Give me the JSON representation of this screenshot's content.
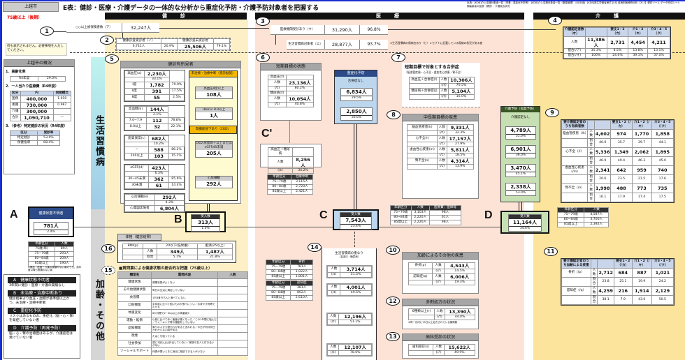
{
  "header": {
    "city": "上越市",
    "title": "E表：健診・医療・介護データの一体的な分析から重症化予防・介護予防対象者を把握する",
    "age_group": "75歳以上（後期）",
    "source_1": "出典：[KDB]介入支援対象者一覧（栄養・重症化予防等） [KDB]介入支援対象者一覧（服薬管理） [KDB]後期高齢者の医療（健診）・介護突合状況",
    "source_2": "[KDB]厚生労働省様式 [Ⅰ-8] 疾病別医療費分析 【H-2】健診ツール データ作成シート"
  },
  "columns": {
    "kenshin": "健　診",
    "iryo": "医　療",
    "kaigo": "介　護",
    "lifestyle": "生活習慣病",
    "aging": "加齢・その他"
  },
  "colors": {
    "kenshin_bg": "#fdf0c6",
    "iryo_bg": "#fde3d6",
    "kaigo_bg": "#fde49c",
    "blue_box": "#bcd6ee",
    "green_box": "#c6e0b4",
    "navy": "#2b4a87",
    "orange": "#f5b800"
  },
  "note": "何も表示されません。必要事項を入力してください。",
  "s1": {
    "num": "1",
    "label": "○○以上被保険者数（ア）",
    "value": "32,247人"
  },
  "s2": {
    "num": "2",
    "rows": [
      [
        "健康診査受診者（イ）",
        "",
        "健康診査未受診者",
        ""
      ],
      [
        "6,741人",
        "20.9%",
        "25,506人",
        "79.1%"
      ]
    ]
  },
  "s3": {
    "num": "3",
    "label": "医療機関受診あり（ウ）",
    "value": "31,290人",
    "pct": "96.8%",
    "sub_label": "生活習慣病対象者（エ）",
    "sub_value": "28,877人",
    "sub_pct": "93.7%",
    "note": "※生活習慣病の傷病名あり（ヒ）レセプトに記載している傷病の状況がある者"
  },
  "s4": {
    "num": "4",
    "table": {
      "header": [
        "介護認定者数（オ）",
        "",
        "要支1・2（カ）",
        "介1・2（キ）",
        "介3・4・5（ク）"
      ],
      "rows": [
        [
          "人数",
          "11,386人",
          "2,731",
          "4,454",
          "4,211"
        ],
        [
          "割合(/ア)",
          "35.3%",
          "8.5%",
          "13.8%",
          "13.1%"
        ],
        [
          "割合(/オ)",
          "100%",
          "24.0%",
          "39.1%",
          "37.0%"
        ]
      ]
    }
  },
  "overview": {
    "title": "上越市の概況",
    "h1": "1．高齢化率",
    "t1": {
      "rows": [
        [
          "R4年度",
          "29.0%"
        ]
      ]
    },
    "h2": "2．一人当たり医療費（R4年度）",
    "t2": {
      "header": [
        "区分",
        "円",
        "同規模比"
      ],
      "rows": [
        [
          "国保",
          "400,000",
          "1.010"
        ],
        [
          "後期",
          "730,000",
          "0.987"
        ],
        [
          "介護",
          "300,000",
          ""
        ],
        [
          "合計",
          "1,090,710",
          "—"
        ]
      ]
    },
    "h3": "3．（参考）特定健診の状況（R4年度）",
    "t3": {
      "header": [
        "区分",
        "受診率"
      ],
      "rows": [
        [
          "特定健診",
          "53.0%"
        ],
        [
          "保健指導",
          "68.4%"
        ]
      ]
    }
  },
  "s5": {
    "num": "5",
    "title": "健診有所見者",
    "items": [
      {
        "rows": [
          [
            "高血圧(a)",
            "2,230人"
          ],
          [
            "",
            "33.1%"
          ],
          [
            "Ⅰ度",
            "1,782",
            "79.9%"
          ],
          [
            "Ⅱ度",
            "391",
            "17.5%"
          ],
          [
            "Ⅲ度",
            "55",
            "2.5%"
          ]
        ]
      },
      {
        "rows": [
          [
            "高血糖(b)",
            "144人"
          ],
          [
            "",
            "2.1%"
          ],
          [
            "7.0~7.9",
            "112",
            "78.8%"
          ],
          [
            "8.0以上",
            "32",
            "22.1%"
          ]
        ]
      },
      {
        "rows": [
          [
            "脂質異常(c)",
            "682人"
          ],
          [
            "",
            "10.2%"
          ],
          [
            "~",
            "588",
            "86.2%"
          ],
          [
            "240以上",
            "103",
            "15.1%"
          ]
        ]
      },
      {
        "rows": [
          [
            "eGFR(d)",
            "423人"
          ],
          [
            "",
            "6.3%"
          ],
          [
            "30~45未満",
            "362",
            "85.6%"
          ],
          [
            "30未満",
            "61",
            "14.4%"
          ]
        ]
      },
      {
        "rows": [
          [
            "心房細動(e)",
            "292人"
          ],
          [
            "",
            "4.3%"
          ],
          [
            "心電図実施者",
            "6,804人"
          ]
        ]
      }
    ],
    "right_title_1": "未治療・治療中断（受診勧奨）",
    "r1_label": "高血圧Ⅱ度以上",
    "r1_value": "108人",
    "r2_label": "HbA1c 8.0以上",
    "r2_value": "1人",
    "right_title_2": "腎機能低下あり（CKD）",
    "r3_label": "CKD 尿蛋白＋以上またはeGFR45未満",
    "r3_value": "205人",
    "r4_label": "心房細動",
    "r4_value": "292人"
  },
  "s6": {
    "num": "6",
    "title": "短期目標の状態",
    "rows": [
      [
        "高血圧(ｵ)",
        ""
      ],
      [
        "人数",
        "23,136人"
      ],
      [
        "(/ｴ)",
        "80.2%"
      ],
      [
        "糖尿病(ｶ)",
        ""
      ],
      [
        "人数",
        "10,054人"
      ],
      [
        "(/ｴ)",
        "40.8%"
      ]
    ]
  },
  "cprime": {
    "label": "C'",
    "rows": [
      [
        "高血圧＋糖尿病",
        ""
      ],
      [
        "人数",
        "8,256人"
      ],
      [
        "(/ｴ)",
        "34.2%"
      ]
    ],
    "mini": {
      "header": [
        "年齢区分",
        "治療中断"
      ],
      "rows": [
        [
          "75~79歳",
          "3,115人"
        ],
        [
          "80~84歳",
          "2,720人"
        ],
        [
          "85歳以上",
          "2,421人"
        ]
      ]
    }
  },
  "blue": {
    "title": "重症化予防",
    "sub": "合併症なし",
    "v1": "6,834人",
    "p1": "29.5%",
    "v2": "2,850人",
    "p2": "36.6%"
  },
  "s7": {
    "num": "7",
    "title": "短期目標で対象とする合併症",
    "subtitle": "（脳血管疾患・心不全・虚血性心疾患・腎不全）",
    "rows": [
      [
        "高血圧＋合併症(I)",
        "人数",
        "10,306人"
      ],
      [
        "",
        "(/ｵ)",
        "70.5%"
      ],
      [
        "糖尿病＋合併症(J)",
        "人数",
        "5,104人"
      ],
      [
        "",
        "(/ｶ)",
        "16.0%"
      ]
    ]
  },
  "s8": {
    "num": "8",
    "title": "中長期目標の疾患",
    "rows": [
      [
        "脳血管疾患(k)",
        "人数",
        "9,331人"
      ],
      [
        "",
        "(/ｴ)",
        "32.3%"
      ],
      [
        "心不全(l)",
        "人数",
        "17,157人"
      ],
      [
        "",
        "(/ｴ)",
        "27.9%"
      ],
      [
        "虚血性心疾患(m)",
        "人数",
        "5,811人"
      ],
      [
        "",
        "(/ｴ)",
        "18.5%"
      ],
      [
        "腎不全(n)",
        "人数",
        "4,314人"
      ],
      [
        "",
        "(/ｴ)",
        "13.9%"
      ]
    ]
  },
  "green": {
    "title": "介護予防（再発予防）",
    "sub": "介護認定なし",
    "vals": [
      [
        "4,789人",
        "51.0%"
      ],
      [
        "6,901人",
        "36.0%"
      ],
      [
        "3,470人",
        "45.1%"
      ],
      [
        "2,338人",
        "53.0%"
      ]
    ]
  },
  "s9": {
    "num": "9",
    "table": {
      "header": [
        "要介護認定者のうち有病者数",
        "",
        "",
        "要支1・2（/カ）",
        "介1・2（/キ）",
        "介3・4・5（/ク）"
      ],
      "rows": [
        [
          "脳血管疾患（/k）",
          "人数",
          "4,602",
          "974",
          "1,770",
          "1,858"
        ],
        [
          "",
          "割合",
          "40.0",
          "35.7",
          "39.7",
          "44.1"
        ],
        [
          "心不全（/l）",
          "人数",
          "5,336",
          "1,349",
          "2,062",
          "1,895"
        ],
        [
          "",
          "割合",
          "46.9",
          "49.4",
          "46.3",
          "45.0"
        ],
        [
          "虚血性心疾患（/m）",
          "人数",
          "2,341",
          "642",
          "959",
          "740"
        ],
        [
          "",
          "割合",
          "20.6",
          "23.5",
          "21.5",
          "17.6"
        ],
        [
          "腎不全（/n）",
          "人数",
          "1,998",
          "488",
          "773",
          "735"
        ],
        [
          "",
          "割合",
          "16.1",
          "17.9",
          "17.4",
          "17.5"
        ]
      ]
    },
    "mini": {
      "header": [
        "年齢区分",
        "人数"
      ],
      "rows": [
        [
          "75~79歳",
          "4,587人"
        ],
        [
          "80~84歳",
          "3,700人"
        ],
        [
          "85歳以上",
          "2,392人"
        ]
      ]
    }
  },
  "A": {
    "label": "A",
    "title": "健康状態不明者",
    "value": "781人",
    "pct": "2.4%",
    "mini": {
      "header": [
        "年齢区分",
        "人数"
      ],
      "rows": [
        [
          "75歳(年)",
          "89人"
        ],
        [
          "75~79歳",
          "293人"
        ],
        [
          "80~84歳",
          "209人"
        ],
        [
          "85歳以上",
          "190人"
        ]
      ]
    },
    "note": "※健診・医療・介護の実績がない者のうち、前年度以降も実績のない者"
  },
  "legend": [
    {
      "title": "A　健康状態不明者",
      "text": "3年間に健診・医療・介護の実績なし"
    },
    {
      "title": "B　未治療・治療中断あり",
      "text": "健診結果より血圧・血糖が基準値以上かつ、未治療・治療中断者"
    },
    {
      "title": "C　重症化予防",
      "text": "リスクはあるものの、重症化（脳・心・腎）を発症していない者"
    },
    {
      "title": "D　介護予防（再発予防）",
      "text": "脳・心・腎の治療歴はあるが、介護認定は受けていない者"
    }
  ],
  "B": {
    "label": "B",
    "title": "受入数",
    "value": "313人",
    "pct": "1.0%"
  },
  "s16": {
    "num": "16",
    "tab": "体格（健診結果）",
    "rows": [
      [
        "BMI(p)",
        "",
        "20以下(低栄養)",
        "肥満(25以上)"
      ],
      [
        "",
        "人数",
        "349人",
        "1,487人"
      ],
      [
        "",
        "割合",
        "5.1%",
        "21.8%"
      ]
    ]
  },
  "s15": {
    "num": "15",
    "title": "■質問票による健康状態の総合的な把握（75歳以上）",
    "header": [
      "類型名",
      "質問内容",
      "人数"
    ],
    "rows": [
      [
        "健康状態",
        "健康状態がよくない",
        ""
      ],
      [
        "その他健康状態",
        "毎日の生活に満足していない",
        ""
      ],
      [
        "食習慣",
        "1日3食きちんと食べていない",
        ""
      ],
      [
        "口腔機能",
        "半年前に比べて固いものが食べにくい／お茶や汁物等でむせる",
        ""
      ],
      [
        "体重変化",
        "6か月間で2~3kg以上の体重減少",
        ""
      ],
      [
        "運動・転倒",
        "以前に比べて歩く速度が遅くなった／この1年間に転んだ／ウォーキング等の運動をしていない",
        ""
      ],
      [
        "認知機能",
        "周りの人から物忘れがあると言われる／今日が何月何日かわからない時がある",
        ""
      ],
      [
        "喫煙",
        "たばこを吸っている",
        ""
      ],
      [
        "社会参加",
        "週に1回以上は外出していない／家族や友人と付き合いがない",
        ""
      ],
      [
        "ソーシャルサポート",
        "体調が悪いときに身近に相談できる人がいない",
        ""
      ]
    ]
  },
  "C": {
    "label": "C",
    "title": "受入数",
    "value": "7,543人",
    "pct": "23.4%",
    "mini": {
      "header": [
        "年齢区分",
        "人数",
        "医療費：医師等"
      ],
      "rows": [
        [
          "75~79歳",
          "3,103人",
          "98人"
        ],
        [
          "80~84歳",
          "2,220人",
          "61人"
        ],
        [
          "85歳以上",
          "2,220人",
          "98人"
        ]
      ]
    }
  },
  "s14": {
    "num": "14",
    "title": "生活習慣病の重なり",
    "subtitle": "（高血圧・糖尿病）",
    "vals": [
      [
        "人数",
        "3,714人",
        "(/ｴ)",
        "51.5%"
      ],
      [
        "人数",
        "4,001人",
        "(/ｴ)",
        "49.5%"
      ],
      [
        "人数",
        "12,196人",
        "(/ｴ)",
        "51.1%"
      ],
      [
        "人数",
        "12,107人",
        "(/ｴ)",
        "78.6%"
      ]
    ],
    "mini1": {
      "header": [
        "年齢区分",
        "骨折"
      ],
      "rows": [
        [
          "75~79歳",
          "781人"
        ],
        [
          "80~84歳",
          "1,022人"
        ],
        [
          "85歳以上",
          "1,801人"
        ]
      ]
    },
    "mini2": {
      "header": [
        "年齢区分",
        "認知症"
      ],
      "rows": [
        [
          "75~79歳",
          "381人"
        ],
        [
          "80~84歳",
          "802人"
        ],
        [
          "85歳以上",
          "2,610人"
        ]
      ]
    }
  },
  "s10": {
    "num": "10",
    "title": "加齢によるその他の疾患",
    "rows": [
      [
        "骨折(p)",
        "人数",
        "4,543人"
      ],
      [
        "",
        "(/ｱ)",
        "14.5%"
      ],
      [
        "認知症(q)",
        "人数",
        "6,006人"
      ],
      [
        "",
        "(/ｱ)",
        "19.3%"
      ]
    ]
  },
  "s12": {
    "num": "12",
    "title": "多剤処方の状況",
    "rows": [
      [
        "6種類以上(r)",
        "人数",
        "13,390人"
      ],
      [
        "",
        "(/ｳ)",
        "44.0%"
      ]
    ],
    "note": "※同一月内に15日以上処方されている薬剤数"
  },
  "s13": {
    "num": "13",
    "title": "歯科受診の状況",
    "rows": [
      [
        "歯科受診(s)",
        "人数",
        "15,622人"
      ],
      [
        "",
        "(/ｱ)",
        "49.9%"
      ]
    ]
  },
  "D": {
    "label": "D",
    "title": "受入数",
    "value": "11,164人",
    "pct": "34.6%"
  },
  "s11": {
    "num": "11",
    "table": {
      "header": [
        "要介護認定者のうち加齢による疾患",
        "",
        "",
        "要支1・2（/カ）",
        "介1・2（/キ）",
        "介3・4・5（/ク）"
      ],
      "rows": [
        [
          "骨折（/p）",
          "人数",
          "2,712",
          "684",
          "887",
          "1,021"
        ],
        [
          "",
          "割合",
          "23.8",
          "25.1",
          "19.9",
          "24.2"
        ],
        [
          "認知症（/q）",
          "人数",
          "4,259",
          "216",
          "1,914",
          "2,129"
        ],
        [
          "",
          "割合",
          "38.1",
          "7.9",
          "43.0",
          "50.5"
        ]
      ]
    }
  }
}
